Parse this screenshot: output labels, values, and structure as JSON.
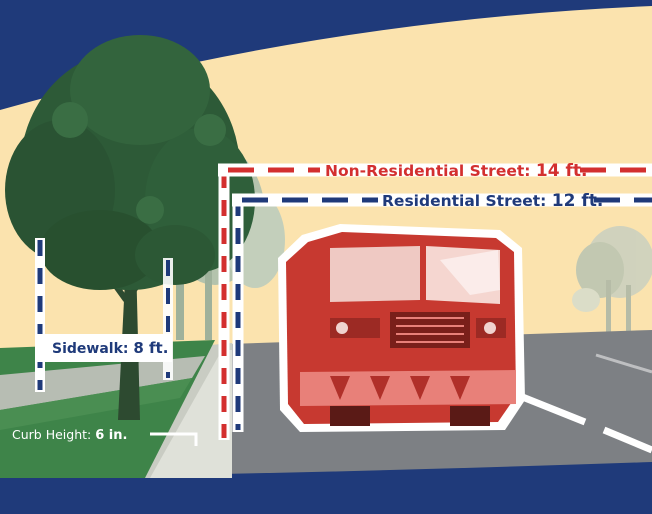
{
  "labels": {
    "non_residential_name": "Non-Residential Street:",
    "non_residential_value": "14 ft.",
    "residential_name": "Residential Street:",
    "residential_value": "12 ft.",
    "sidewalk_name": "Sidewalk:",
    "sidewalk_value": "8 ft.",
    "curb_name": "Curb Height:",
    "curb_value": "6 in."
  },
  "colors": {
    "frame_blue": "#1f3a7a",
    "sky": "#fbe3ae",
    "road": "#7d8084",
    "curb": "#c9ccc3",
    "grass": "#3e8449",
    "tree_dark": "#2d5a37",
    "tree_light": "#a9b9a4",
    "truck_red": "#c73930",
    "truck_light": "#e88079",
    "label_red": "#d32f2f",
    "label_blue": "#1f3a7a"
  },
  "icons": [
    "fire-truck-icon",
    "tree-icon"
  ]
}
